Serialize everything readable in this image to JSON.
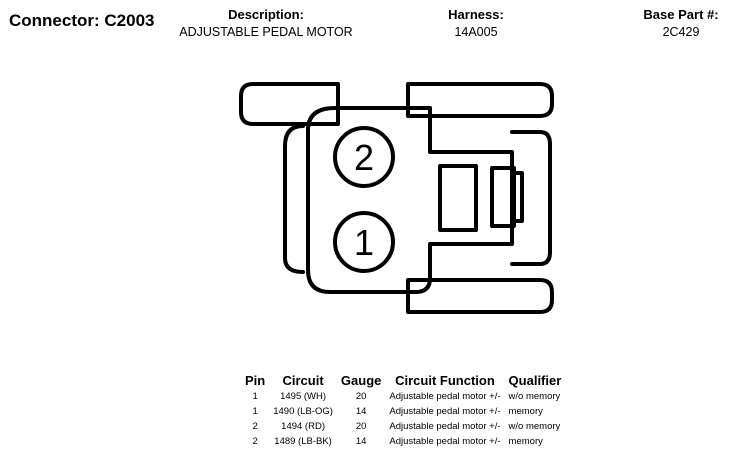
{
  "header": {
    "connector_label": "Connector: C2003",
    "description_label": "Description:",
    "description_value": "ADJUSTABLE PEDAL MOTOR",
    "harness_label": "Harness:",
    "harness_value": "14A005",
    "base_part_label": "Base Part #:",
    "base_part_value": "2C429"
  },
  "connector": {
    "cavities": [
      "2",
      "1"
    ]
  },
  "pin_table": {
    "headers": [
      "Pin",
      "Circuit",
      "Gauge",
      "Circuit Function",
      "Qualifier"
    ],
    "rows": [
      [
        "1",
        "1495 (WH)",
        "20",
        "Adjustable pedal motor +/-",
        "w/o memory"
      ],
      [
        "1",
        "1490 (LB-OG)",
        "14",
        "Adjustable pedal motor +/-",
        "memory"
      ],
      [
        "2",
        "1494 (RD)",
        "20",
        "Adjustable pedal motor +/-",
        "w/o memory"
      ],
      [
        "2",
        "1489 (LB-BK)",
        "14",
        "Adjustable pedal motor +/-",
        "memory"
      ]
    ]
  }
}
